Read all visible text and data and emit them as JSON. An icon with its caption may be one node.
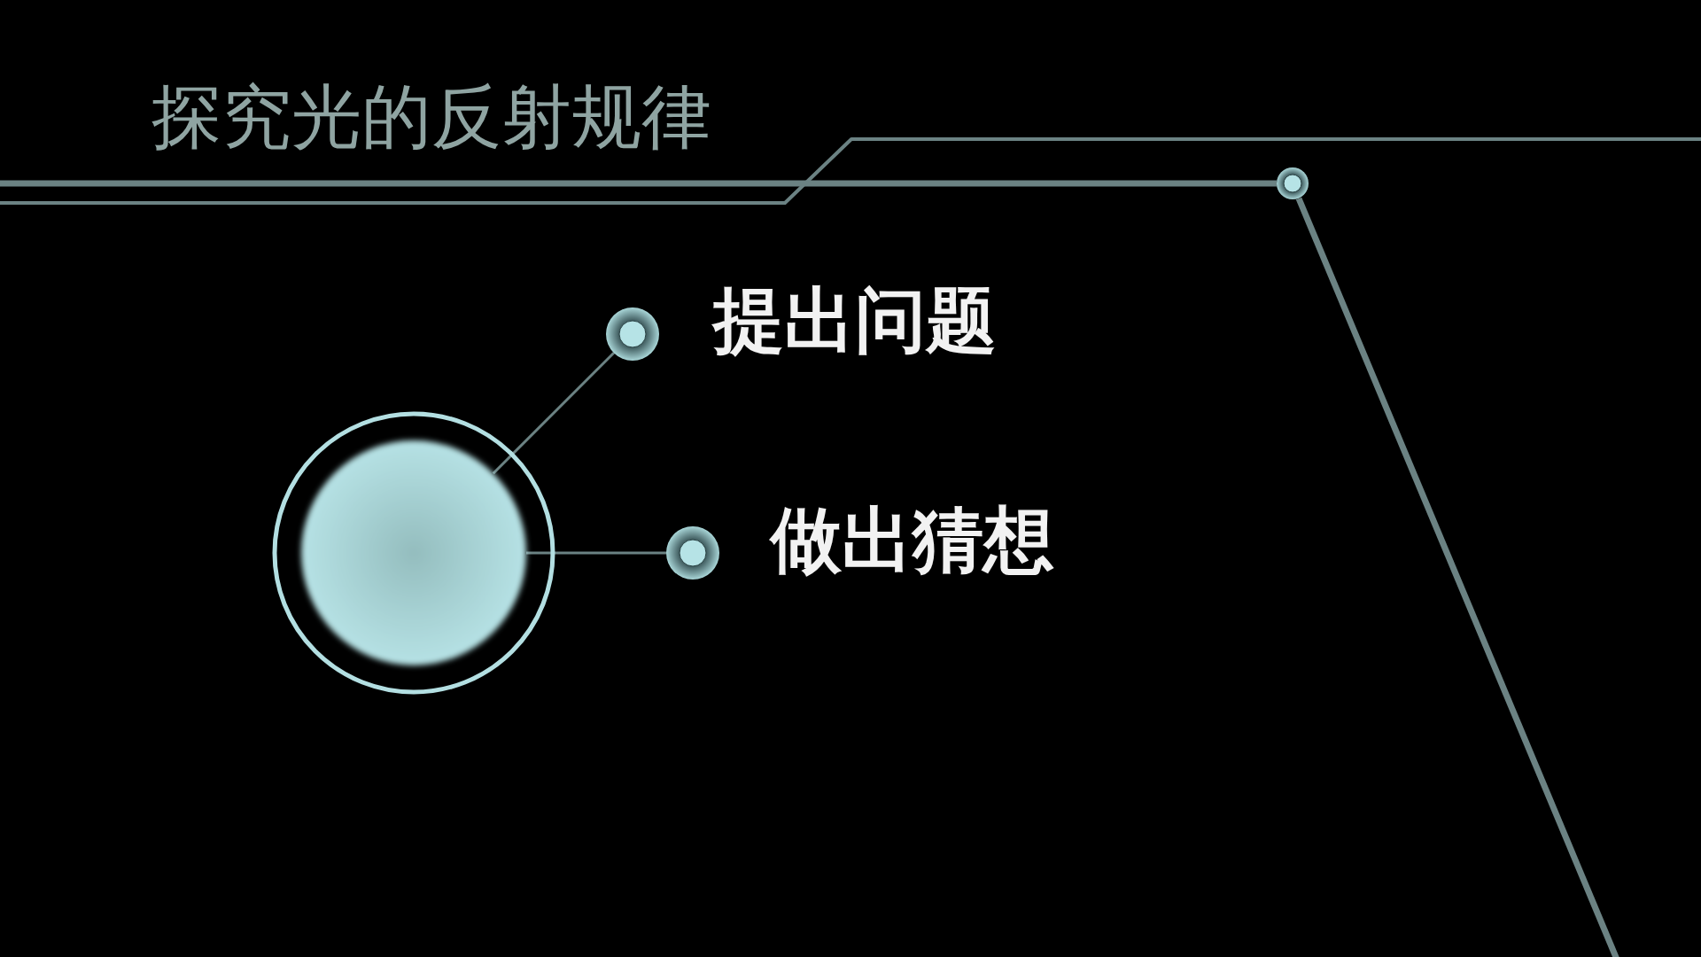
{
  "diagram": {
    "title": "探究光的反射规律",
    "nodes": [
      {
        "text": [],
        "shape": "circle"
      },
      {
        "text": [],
        "shape": "circle",
        "beside": [
          "提出问题"
        ]
      },
      {
        "text": [],
        "shape": "circle",
        "beside": [
          "做出猜想"
        ]
      }
    ],
    "edges": [
      {
        "from": 0,
        "to": 1,
        "arrow": "none"
      },
      {
        "from": 0,
        "to": 2,
        "arrow": "none"
      }
    ]
  }
}
